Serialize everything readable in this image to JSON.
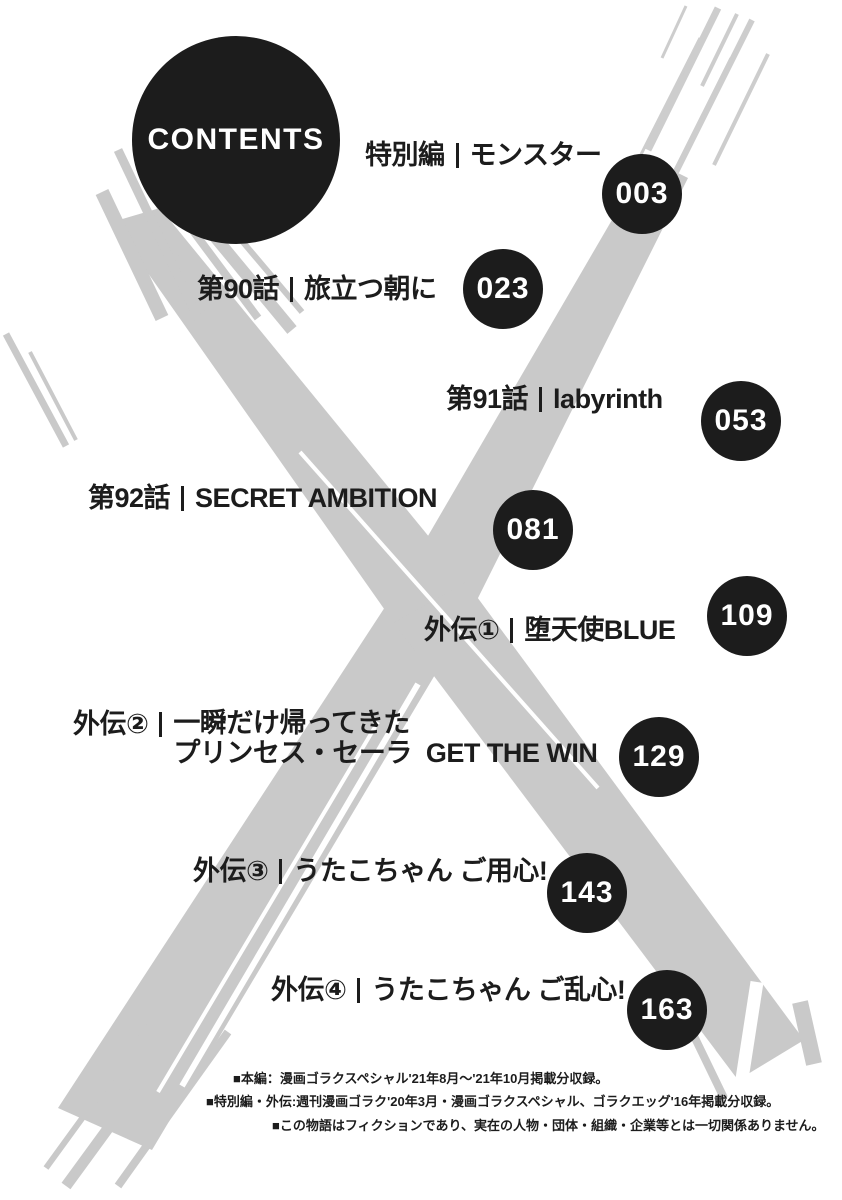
{
  "page": {
    "title": "CONTENTS",
    "background_color": "#ffffff",
    "ink_color": "#1c1c1c",
    "brush_color": "#c9c9c9"
  },
  "entries": [
    {
      "label": "特別編",
      "title": "モンスター",
      "page": "003"
    },
    {
      "label": "第90話",
      "title": "旅立つ朝に",
      "page": "023"
    },
    {
      "label": "第91話",
      "title": "labyrinth",
      "page": "053"
    },
    {
      "label": "第92話",
      "title": "SECRET AMBITION",
      "page": "081"
    },
    {
      "label": "外伝①",
      "title": "堕天使BLUE",
      "page": "109"
    },
    {
      "label": "外伝②",
      "title": "一瞬だけ帰ってきた",
      "title2": "プリンセス・セーラ  GET THE WIN",
      "page": "129"
    },
    {
      "label": "外伝③",
      "title": "うたこちゃん ご用心!",
      "page": "143"
    },
    {
      "label": "外伝④",
      "title": "うたこちゃん ご乱心!",
      "page": "163"
    }
  ],
  "footer": {
    "lines": [
      "■本編：漫画ゴラクスペシャル'21年8月～'21年10月掲載分収録。",
      "■特別編・外伝:週刊漫画ゴラク'20年3月・漫画ゴラクスペシャル、ゴラクエッグ'16年掲載分収録。",
      "■この物語はフィクションであり、実在の人物・団体・組織・企業等とは一切関係ありません。"
    ]
  }
}
